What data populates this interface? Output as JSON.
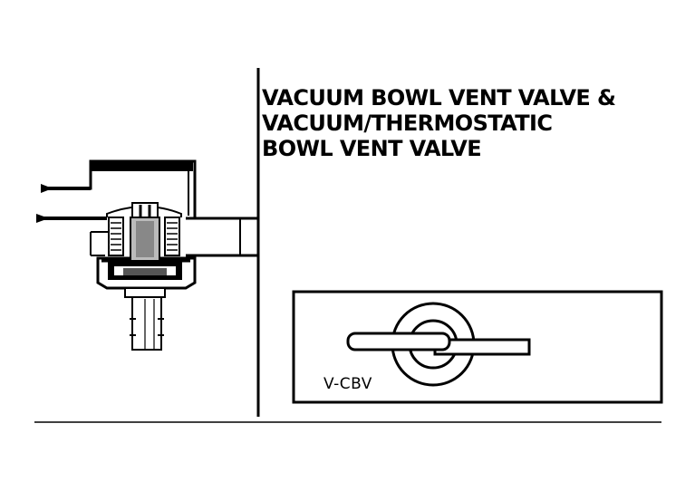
{
  "title_lines": [
    "VACUUM BOWL VENT VALVE &",
    "VACUUM/THERMOSTATIC",
    "BOWL VENT VALVE"
  ],
  "symbol": {
    "label": "V-CBV"
  },
  "colors": {
    "ink": "#000000",
    "paper": "#ffffff"
  }
}
